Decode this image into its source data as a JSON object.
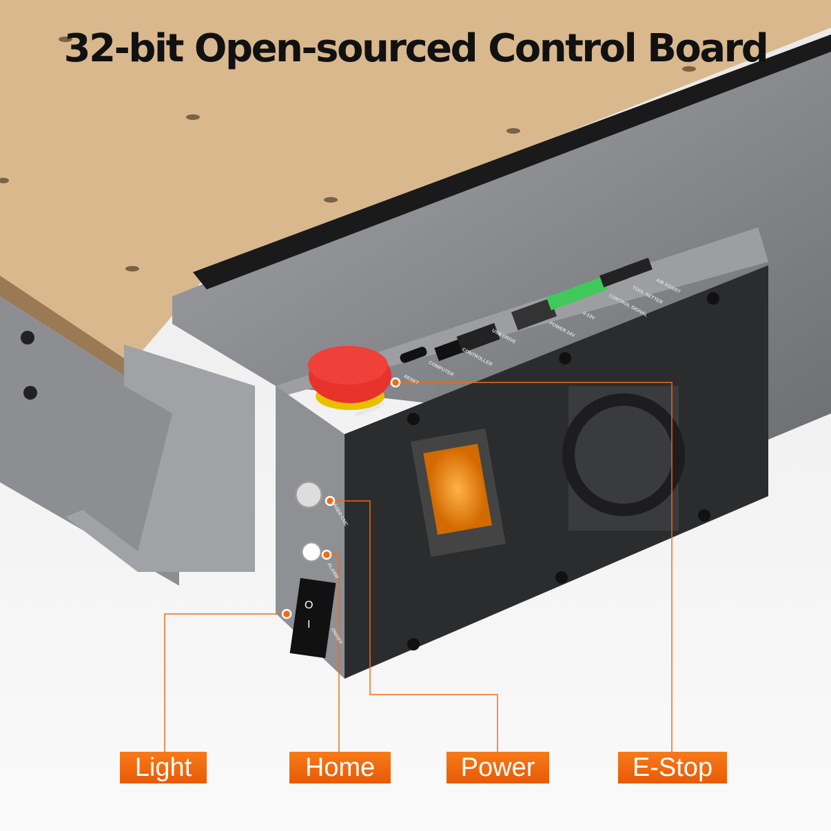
{
  "title": "32-bit Open-sourced Control Board",
  "ports": [
    "RESET",
    "COMPUTER",
    "CONTROLLER",
    "USB DRIVE",
    "POWER 24V",
    "0-10V",
    "CONTROL SIGNAL",
    "TOOL SETTER",
    "AIR ASSIST",
    "EMERGENCY"
  ],
  "side_labels": [
    "LASER CNC",
    "ALARM",
    "ON/OFF"
  ],
  "switch": {
    "on": "I",
    "off": "O"
  },
  "callouts": [
    {
      "label": "Light"
    },
    {
      "label": "Home"
    },
    {
      "label": "Power"
    },
    {
      "label": "E-Stop"
    }
  ],
  "colors": {
    "accent": "#f26b0f",
    "board": "#d9b88e",
    "metal": "#8a8c90",
    "estop": "#e8322c",
    "terminal": "#3fc95a"
  }
}
